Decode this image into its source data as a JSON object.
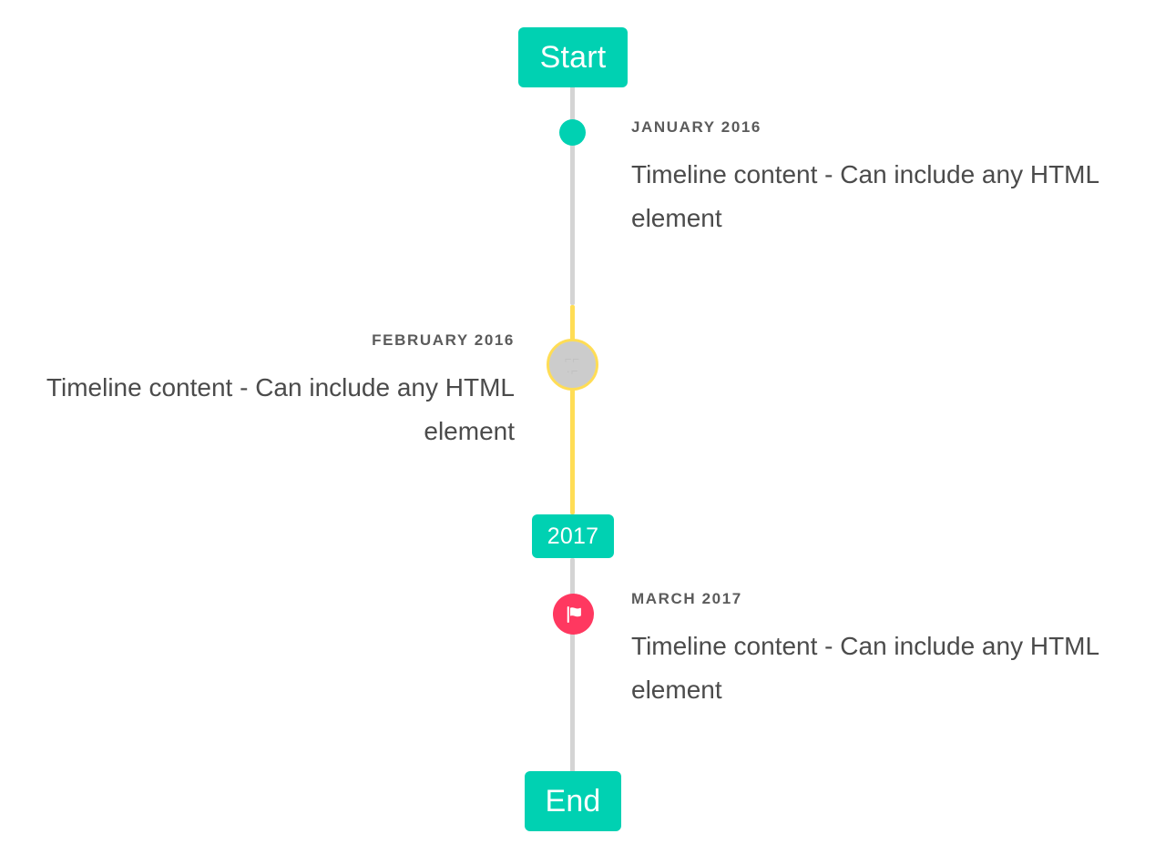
{
  "timeline": {
    "colors": {
      "accent_teal": "#00d1b2",
      "accent_yellow": "#ffdd55",
      "accent_pink": "#ff3860",
      "rail_grey": "#d4d4d4",
      "marker_grey": "#cccccc",
      "date_text": "#5b5b5b",
      "body_text": "#4b4b4b",
      "background": "#ffffff"
    },
    "start_badge": {
      "label": "Start"
    },
    "mid_badge": {
      "label": "2017"
    },
    "end_badge": {
      "label": "End"
    },
    "entries": [
      {
        "date": "JANUARY 2016",
        "body": "Timeline content - Can include any HTML element",
        "side": "right",
        "marker": "dot-icon",
        "marker_color": "#00d1b2"
      },
      {
        "date": "FEBRUARY 2016",
        "body": "Timeline content - Can include any HTML element",
        "side": "left",
        "marker": "broken-image-icon",
        "marker_color": "#cccccc",
        "marker_border_color": "#ffdd55",
        "glyph_top": "⌐⌐",
        "glyph_bottom": "·⌐"
      },
      {
        "date": "MARCH 2017",
        "body": "Timeline content - Can include any HTML element",
        "side": "right",
        "marker": "flag-icon",
        "marker_color": "#ff3860"
      }
    ]
  }
}
